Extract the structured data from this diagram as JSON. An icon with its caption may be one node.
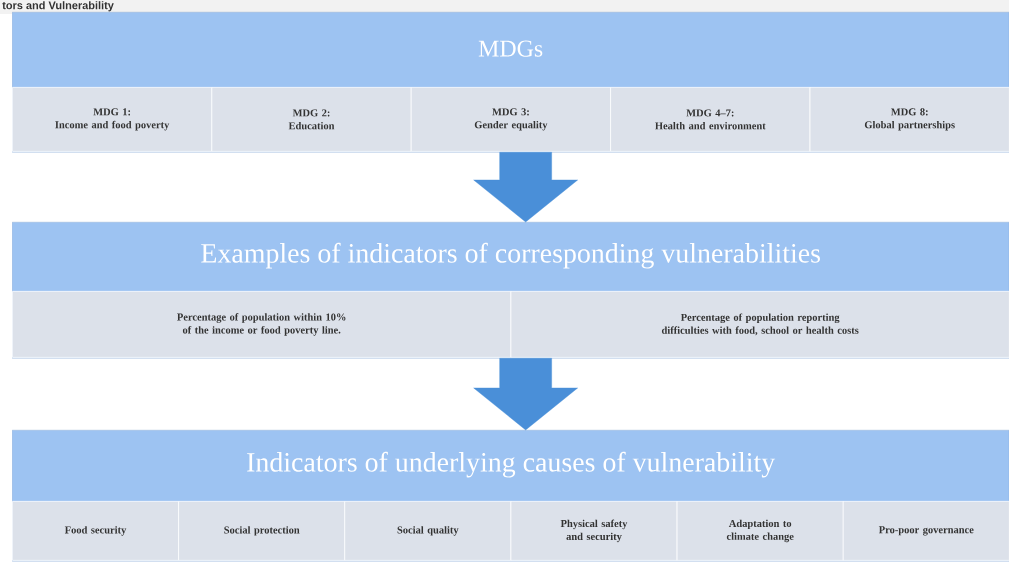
{
  "diagram": {
    "title": "tors and Vulnerability",
    "nodes": [
      {
        "text": [
          "MDGs"
        ]
      },
      {
        "text": [
          "MDG 1:",
          "Income and food poverty"
        ],
        "in": 0
      },
      {
        "text": [
          "MDG 2:",
          "Education"
        ],
        "in": 0
      },
      {
        "text": [
          "MDG 3:",
          "Gender equality"
        ],
        "in": 0
      },
      {
        "text": [
          "MDG 4–7:",
          "Health and environment"
        ],
        "in": 0
      },
      {
        "text": [
          "MDG 8:",
          "Global partnerships"
        ],
        "in": 0
      },
      {
        "text": [
          "Examples of indicators of corresponding vulnerabilities"
        ]
      },
      {
        "text": [
          "Percentage of population within 10% of the income or food poverty line."
        ],
        "in": 6
      },
      {
        "text": [
          "Percentage of population reporting difficulties with food, school or health costs"
        ],
        "in": 6
      },
      {
        "text": [
          "Indicators of underlying causes of vulnerability"
        ]
      },
      {
        "text": [
          "Food security"
        ],
        "in": 9
      },
      {
        "text": [
          "Social protection"
        ],
        "in": 9
      },
      {
        "text": [
          "Social quality"
        ],
        "in": 9
      },
      {
        "text": [
          "Physical safety and security"
        ],
        "in": 9
      },
      {
        "text": [
          "Adaptation to climate change"
        ],
        "in": 9
      },
      {
        "text": [
          "Pro-poor governance"
        ],
        "in": 9
      }
    ],
    "edges": [
      {
        "from": 0,
        "to": 6,
        "arrow": "to"
      },
      {
        "from": 6,
        "to": 9,
        "arrow": "to"
      }
    ]
  }
}
